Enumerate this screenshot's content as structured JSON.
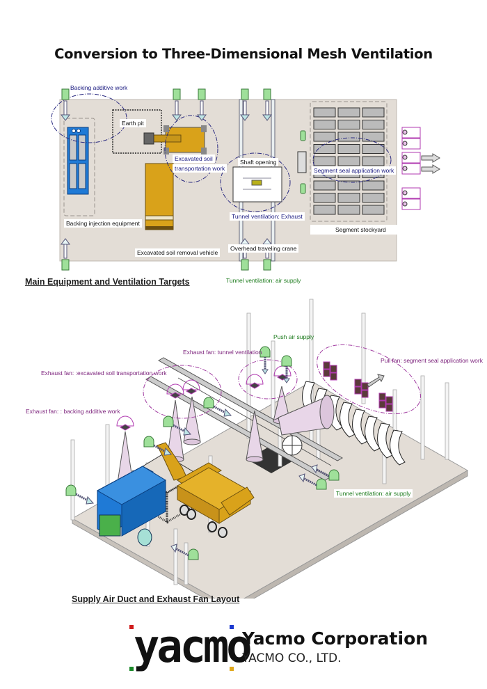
{
  "title": "Conversion to Three-Dimensional Mesh Ventilation",
  "plan_view": {
    "caption": "Main Equipment and Ventilation Targets",
    "labels": {
      "backing_additive_work": "Backing additive work",
      "earth_pit": "Earth pit",
      "excavated_soil_transport_line1": "Excavated soil",
      "excavated_soil_transport_line2": "transportation work",
      "shaft_opening": "Shaft opening",
      "segment_seal_application": "Segment seal application work",
      "tunnel_ventilation_exhaust": "Tunnel ventilation: Exhaust",
      "segment_stockyard": "Segment stockyard",
      "backing_injection_equipment": "Backing injection equipment",
      "excavated_soil_removal_vehicle": "Excavated soil removal vehicle",
      "overhead_traveling_crane": "Overhead traveling crane",
      "tunnel_ventilation_air_supply": "Tunnel ventilation: air supply"
    }
  },
  "iso_view": {
    "caption": "Supply Air Duct and Exhaust Fan Layout",
    "labels": {
      "push_air_supply": "Push air supply",
      "exhaust_fan_tunnel": "Exhaust fan: tunnel ventilation",
      "exhaust_fan_soil": "Exhaust fan: :excavated soil transportation work",
      "pull_fan_segment": "Pull fan: segment seal application work",
      "exhaust_fan_backing": "Exhaust fan: : backing additive work",
      "tunnel_ventilation_air_supply": "Tunnel ventilation: air supply"
    }
  },
  "company": {
    "logo_text": "YACMO",
    "name": "Yacmo Corporation",
    "subname": "YACMO CO., LTD.",
    "logo_dot_colors": [
      "#d01c1c",
      "#1c3ad0",
      "#1c8a2a",
      "#e0a81c"
    ]
  },
  "colors": {
    "floor": "#e3ddd6",
    "equipment_yellow": "#d9a21a",
    "equipment_blue": "#1f7ad6",
    "duct_green": "#9fe09a",
    "fan_purple": "#b03ab0",
    "label_blue": "#1a1a80",
    "label_green": "#1b7a1b",
    "label_purple": "#7a1f7a"
  }
}
